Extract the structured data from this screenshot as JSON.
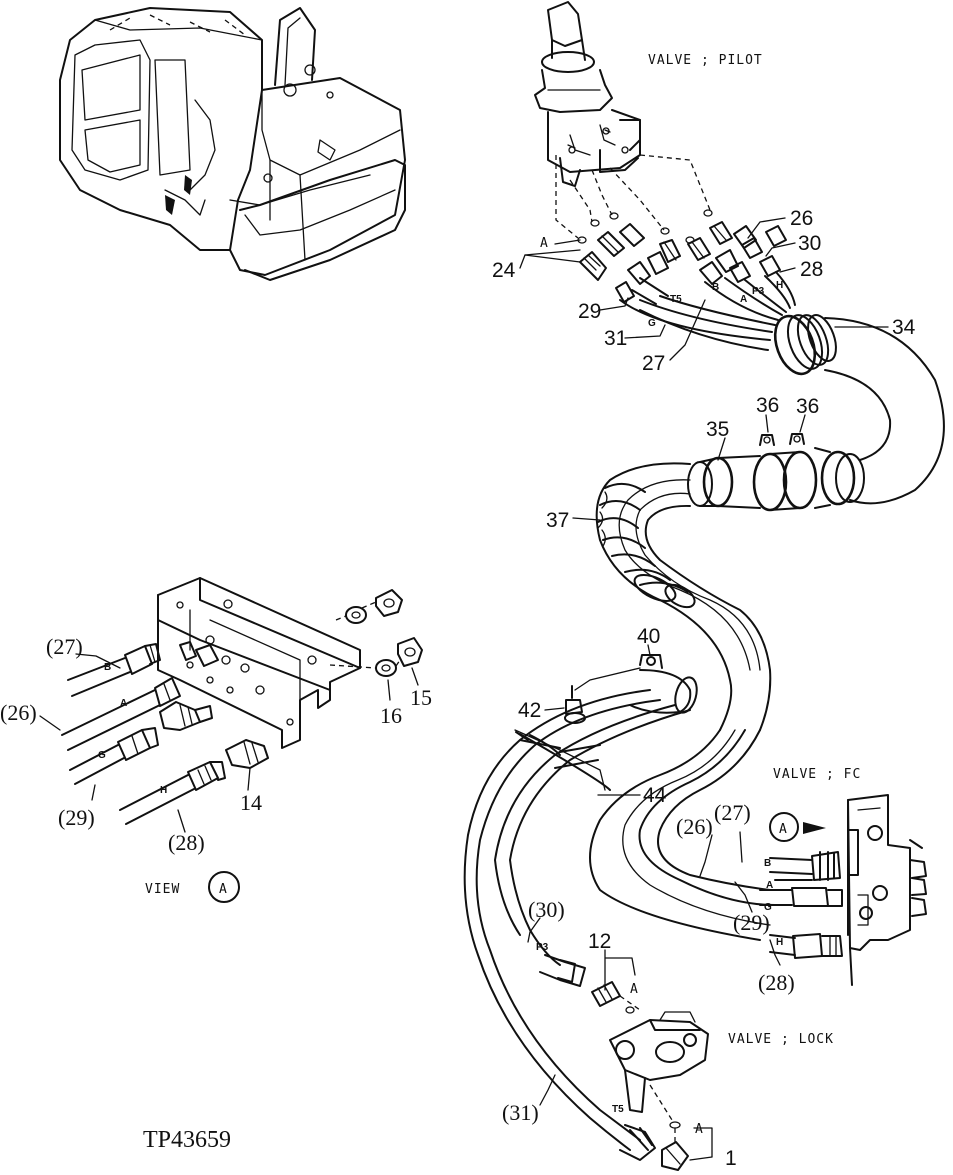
{
  "labels": {
    "valve_pilot": "VALVE ; PILOT",
    "valve_fc": "VALVE ; FC",
    "valve_lock": "VALVE ; LOCK",
    "view": "VIEW",
    "view_circle": "A",
    "fc_circle": "A",
    "ref_a_top": "A",
    "ref_a_mid": "A",
    "ref_a_bot": "A",
    "drawing_no": "TP43659"
  },
  "callouts": {
    "c24": "24",
    "c26_top": "26",
    "c30_top": "30",
    "c28_top": "28",
    "c29_top": "29",
    "c31_top": "31",
    "c27_top": "27",
    "c34": "34",
    "c35": "35",
    "c36a": "36",
    "c36b": "36",
    "c37": "37",
    "c40": "40",
    "c42": "42",
    "c44": "44",
    "c12": "12",
    "c1": "1",
    "c26_fc": "(26)",
    "c27_fc": "(27)",
    "c29_fc": "(29)",
    "c28_fc": "(28)",
    "c30_lk": "(30)",
    "c31_lk": "(31)",
    "v27": "(27)",
    "v26": "(26)",
    "v29": "(29)",
    "v28": "(28)",
    "v14": "14",
    "v15": "15",
    "v16": "16"
  },
  "hose_letters": {
    "b_top": "B",
    "a_top": "A",
    "p3_top": "P3",
    "h_top": "H",
    "t5_top": "T5",
    "g_top": "G",
    "b_fc": "B",
    "a_fc": "A",
    "g_fc": "G",
    "h_fc": "H",
    "p3_lk": "P3",
    "t5_lk": "T5",
    "b_v": "B",
    "a_v": "A",
    "g_v": "G",
    "h_v": "H"
  },
  "icons": [
    "excavator-illustration",
    "pilot-valve",
    "fc-valve",
    "lock-valve",
    "hose-bundle"
  ]
}
